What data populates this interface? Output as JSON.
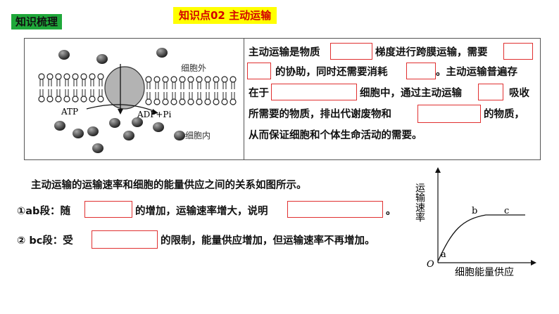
{
  "header": {
    "section_tag": "知识梳理",
    "topic_title": "知识点02  主动运输"
  },
  "diagram": {
    "label_outside": "细胞外",
    "label_inside": "细胞内",
    "label_atp": "ATP",
    "label_adp": "ADP+Pi"
  },
  "definition": {
    "line1_a": "主动运输是物质",
    "line1_b": "梯度进行跨膜运输，需要",
    "line2_a": "的协助，同时还需要消耗",
    "line2_b": "。主动运输普遍存",
    "line3_a": "在于",
    "line3_b": "细胞中，通过主动运输",
    "line3_c": "吸收",
    "line4_a": "所需要的物质，排出代谢废物和",
    "line4_b": "的物质，",
    "line5": "从而保证细胞和个体生命活动的需要。"
  },
  "relation": {
    "intro": "主动运输的运输速率和细胞的能量供应之间的关系如图所示。",
    "item1_a": "①ab段：随",
    "item1_b": "的增加，运输速率增大，说明",
    "item1_c": "。",
    "item2_a": "② bc段：受",
    "item2_b": "的限制，能量供应增加，但运输速率不再增加。"
  },
  "chart_data": {
    "type": "line",
    "ylabel": "运输速率",
    "xlabel": "细胞能量供应",
    "origin_label": "O",
    "point_labels": [
      "a",
      "b",
      "c"
    ]
  }
}
